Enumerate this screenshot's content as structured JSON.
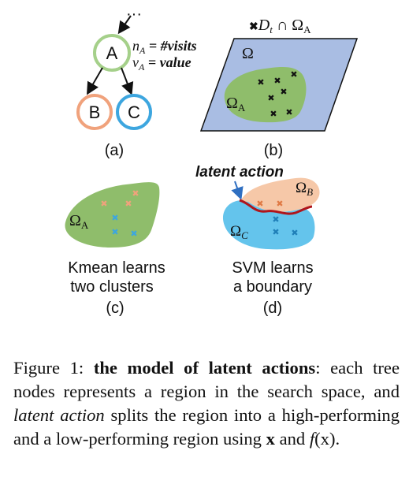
{
  "panel_a": {
    "ellipsis": "···",
    "node_a": "A",
    "node_b": "B",
    "node_c": "C",
    "n_label": "n",
    "n_sub": "A",
    "n_value": " = #visits",
    "v_label": "v",
    "v_sub": "A",
    "v_value": " = value",
    "sublabel": "(a)"
  },
  "panel_b": {
    "dataset_label": "D",
    "dataset_sub": "t",
    "intersect": " ∩ Ω",
    "intersect_sub": "A",
    "omega": "Ω",
    "omega_a": "Ω",
    "omega_a_sub": "A",
    "sublabel": "(b)"
  },
  "panel_c": {
    "omega": "Ω",
    "omega_sub": "A",
    "desc_line1": "Kmean learns",
    "desc_line2": "two clusters",
    "sublabel": "(c)"
  },
  "panel_d": {
    "latent_action": "latent action",
    "omega_b": "Ω",
    "omega_b_sub": "B",
    "omega_c": "Ω",
    "omega_c_sub": "C",
    "desc_line1": "SVM learns",
    "desc_line2": "a boundary",
    "sublabel": "(d)"
  },
  "caption": {
    "prefix": "Figure 1: ",
    "bold": "the model of latent actions",
    "part1": ": each tree nodes represents a region in the search space, and ",
    "italic": "latent action",
    "part2": " splits the region into a high-performing and a low-performing region using ",
    "x": "x",
    "and": " and ",
    "fx": "f",
    "fx_arg": "(x)",
    "end": "."
  },
  "colors": {
    "green_fill": "#8fbd6b",
    "green_stroke": "#a5d08a",
    "orange_stroke": "#f0a27c",
    "blue_stroke": "#3da6df",
    "blue_panel": "#a9bde3",
    "orange_region": "#f6c8a8",
    "blue_region": "#64c4ec",
    "boundary": "#b0151b"
  }
}
